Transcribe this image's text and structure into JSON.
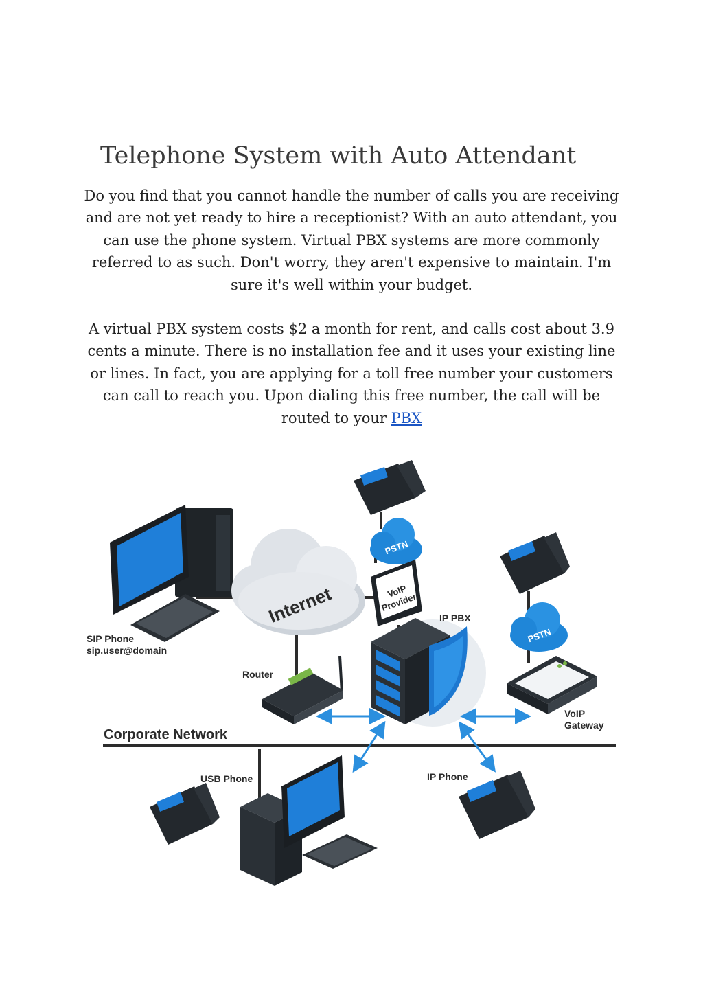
{
  "document": {
    "title": "Telephone System with Auto Attendant",
    "paragraph1": "Do you find that you cannot handle the number of calls you are receiving and are not yet ready to hire a receptionist? With an auto attendant, you can use the phone system. Virtual PBX systems are more commonly referred to as such. Don't worry, they aren't expensive to maintain. I'm sure it's well within your budget.",
    "paragraph2_text": "A virtual PBX system costs $2 a month for rent, and calls cost about 3.9 cents a minute. There is no installation fee and it uses your existing line or lines. In fact, you are applying for a toll free number your customers can call to reach you. Upon dialing this free number, the call will be routed to your ",
    "paragraph2_link": "PBX"
  },
  "diagram": {
    "labels": {
      "internet": "Internet",
      "pstn_top": "PSTN",
      "pstn_right": "PSTN",
      "voip_provider_1": "VoIP",
      "voip_provider_2": "Provider",
      "ip_pbx": "IP PBX",
      "sip_phone_1": "SIP Phone",
      "sip_phone_2": "sip.user@domain",
      "router": "Router",
      "voip_gateway_1": "VoIP",
      "voip_gateway_2": "Gateway",
      "corporate_network": "Corporate Network",
      "usb_phone": "USB Phone",
      "ip_phone": "IP Phone"
    },
    "colors": {
      "screen_blue": "#1f7fd9",
      "device_dark": "#252a30",
      "cloud_blue": "#1f86d8",
      "cloud_grey": "#dfe3e8",
      "arrow_blue": "#2b8fde",
      "shield_blue": "#1d78d0"
    },
    "icons": [
      "desktop-computer-icon",
      "desk-phone-icon",
      "cloud-icon",
      "router-icon",
      "server-icon",
      "shield-icon",
      "gateway-icon"
    ]
  }
}
